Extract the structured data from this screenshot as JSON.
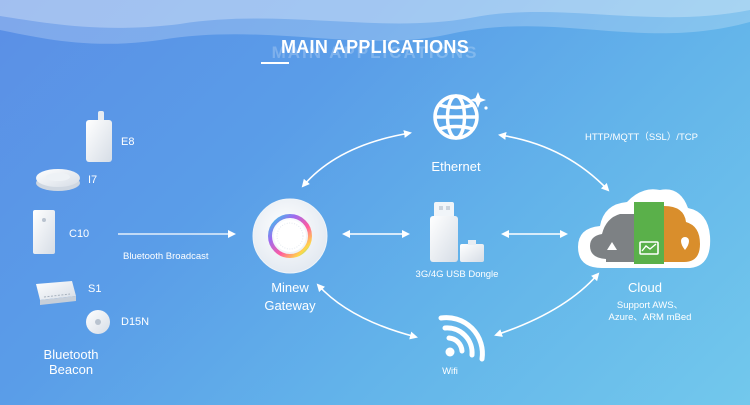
{
  "header": {
    "title": "MAIN APPLICATIONS",
    "ghost_title": "MAIN APPLICATIONS"
  },
  "beacons": {
    "items": [
      {
        "label": "E8"
      },
      {
        "label": "I7"
      },
      {
        "label": "C10"
      },
      {
        "label": "S1"
      },
      {
        "label": "D15N"
      }
    ],
    "group_label_line1": "Bluetooth",
    "group_label_line2": "Beacon"
  },
  "links": {
    "broadcast": "Bluetooth Broadcast",
    "protocols": "HTTP/MQTT（SSL）/TCP"
  },
  "gateway": {
    "line1": "Minew",
    "line2": "Gateway"
  },
  "ethernet": {
    "label": "Ethernet"
  },
  "dongle": {
    "label": "3G/4G USB Dongle"
  },
  "wifi": {
    "label": "Wifi"
  },
  "cloud": {
    "label": "Cloud",
    "support_line1": "Support AWS、",
    "support_line2": "Azure、ARM mBed"
  },
  "colors": {
    "background_start": "#5b8fe6",
    "background_end": "#72c8ec",
    "cloud_green": "#5ab04a",
    "cloud_orange": "#d98e2c",
    "cloud_grey": "#7d8184"
  }
}
